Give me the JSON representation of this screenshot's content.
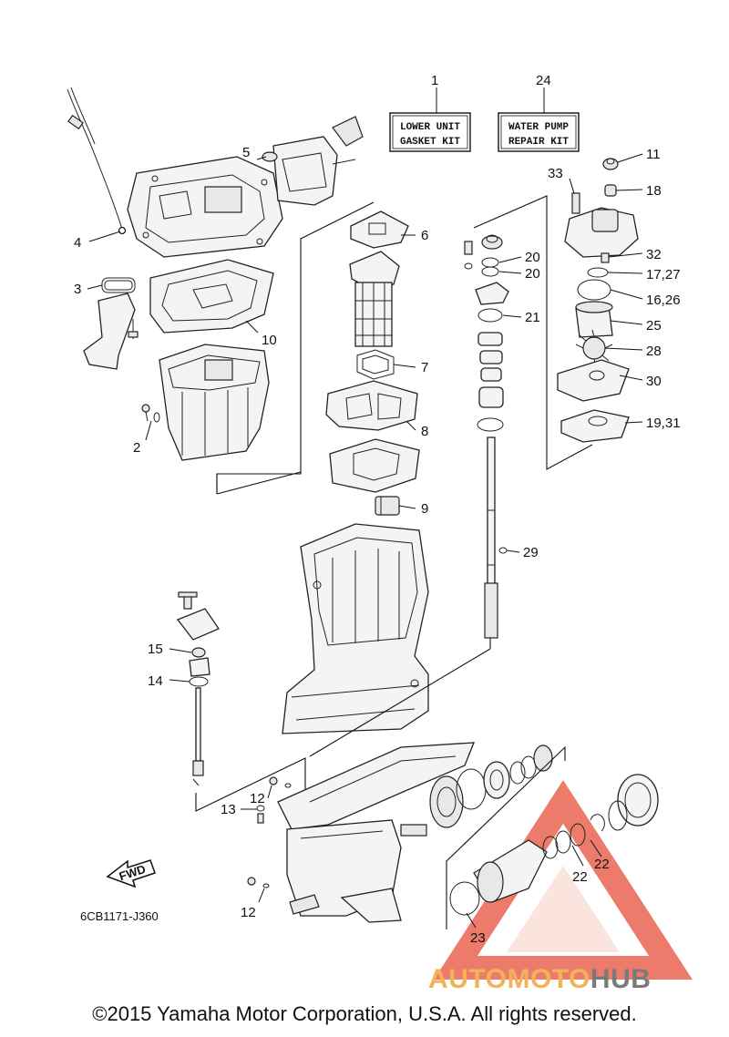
{
  "diagram": {
    "callouts": [
      {
        "id": "c1",
        "text": "1"
      },
      {
        "id": "c2",
        "text": "2"
      },
      {
        "id": "c3",
        "text": "3"
      },
      {
        "id": "c4",
        "text": "4"
      },
      {
        "id": "c5",
        "text": "5"
      },
      {
        "id": "c6",
        "text": "6"
      },
      {
        "id": "c7",
        "text": "7"
      },
      {
        "id": "c8",
        "text": "8"
      },
      {
        "id": "c9",
        "text": "9"
      },
      {
        "id": "c10",
        "text": "10"
      },
      {
        "id": "c11",
        "text": "11"
      },
      {
        "id": "c12a",
        "text": "12"
      },
      {
        "id": "c12b",
        "text": "12"
      },
      {
        "id": "c13",
        "text": "13"
      },
      {
        "id": "c14",
        "text": "14"
      },
      {
        "id": "c15",
        "text": "15"
      },
      {
        "id": "c1627",
        "text": "16,26"
      },
      {
        "id": "c1727",
        "text": "17,27"
      },
      {
        "id": "c18",
        "text": "18"
      },
      {
        "id": "c1931",
        "text": "19,31"
      },
      {
        "id": "c20a",
        "text": "20"
      },
      {
        "id": "c20b",
        "text": "20"
      },
      {
        "id": "c21",
        "text": "21"
      },
      {
        "id": "c22a",
        "text": "22"
      },
      {
        "id": "c22b",
        "text": "22"
      },
      {
        "id": "c23",
        "text": "23"
      },
      {
        "id": "c24",
        "text": "24"
      },
      {
        "id": "c25",
        "text": "25"
      },
      {
        "id": "c28",
        "text": "28"
      },
      {
        "id": "c29",
        "text": "29"
      },
      {
        "id": "c30",
        "text": "30"
      },
      {
        "id": "c32",
        "text": "32"
      },
      {
        "id": "c33",
        "text": "33"
      }
    ],
    "kit_boxes": {
      "lower_unit": {
        "line1": "LOWER UNIT",
        "line2": "GASKET KIT"
      },
      "water_pump": {
        "line1": "WATER PUMP",
        "line2": "REPAIR KIT"
      }
    },
    "fwd_label": "FWD",
    "drawing_code": "6CB1171-J360"
  },
  "footer": {
    "copyright": "©2015 Yamaha Motor Corporation, U.S.A. All rights reserved."
  },
  "watermark": {
    "part1": "AUTOMOTO",
    "part2": "HUB",
    "color_primary": "#f2b25a",
    "color_secondary": "#7a7a7a",
    "triangle_color": "#e8503c"
  }
}
